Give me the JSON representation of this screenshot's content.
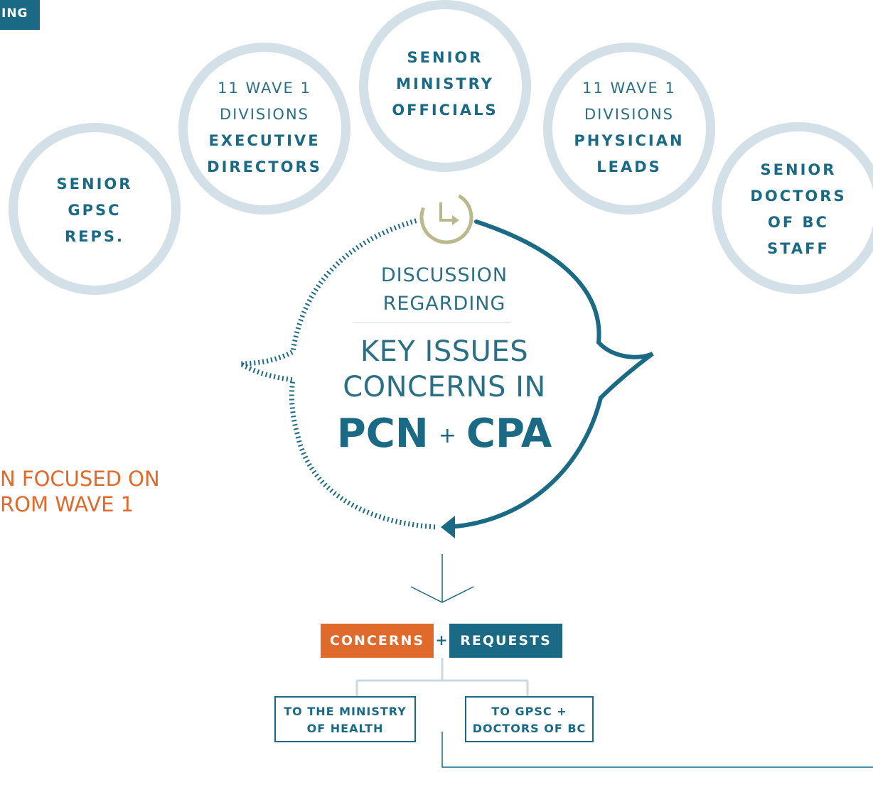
{
  "corner_tag": "ING",
  "circles": [
    {
      "lines": [
        {
          "text": "SENIOR",
          "style": "b"
        },
        {
          "text": "GPSC",
          "style": "b"
        },
        {
          "text": "REPS.",
          "style": "b"
        }
      ]
    },
    {
      "lines": [
        {
          "text": "11 WAVE 1",
          "style": "r"
        },
        {
          "text": "DIVISIONS",
          "style": "r"
        },
        {
          "text": "EXECUTIVE",
          "style": "b"
        },
        {
          "text": "DIRECTORS",
          "style": "b"
        }
      ]
    },
    {
      "lines": [
        {
          "text": "SENIOR",
          "style": "b"
        },
        {
          "text": "MINISTRY",
          "style": "b"
        },
        {
          "text": "OFFICIALS",
          "style": "b"
        }
      ]
    },
    {
      "lines": [
        {
          "text": "11 WAVE 1",
          "style": "r"
        },
        {
          "text": "DIVISIONS",
          "style": "r"
        },
        {
          "text": "PHYSICIAN",
          "style": "b"
        },
        {
          "text": "LEADS",
          "style": "b"
        }
      ]
    },
    {
      "lines": [
        {
          "text": "SENIOR",
          "style": "b"
        },
        {
          "text": "DOCTORS",
          "style": "b"
        },
        {
          "text": "OF BC",
          "style": "b"
        },
        {
          "text": "STAFF",
          "style": "b"
        }
      ]
    }
  ],
  "center": {
    "line1": "DISCUSSION",
    "line2": "REGARDING",
    "line3": "KEY ISSUES",
    "line4": "CONCERNS IN",
    "pcn": "PCN",
    "plus": "+",
    "cpa": "CPA"
  },
  "side_text": {
    "line1": "N FOCUSED ON",
    "line2": "ROM WAVE 1"
  },
  "outcomes": {
    "concerns": "CONCERNS",
    "plus": "+",
    "requests": "REQUESTS",
    "to_ministry_1": "TO THE MINISTRY",
    "to_ministry_2": "OF HEALTH",
    "to_gpsc_1": "TO GPSC +",
    "to_gpsc_2": "DOCTORS OF BC"
  },
  "colors": {
    "primary_teal": "#1a6a85",
    "orange": "#e06a2c",
    "circle_border": "#d3e0e7",
    "clock": "#b9b98c"
  }
}
